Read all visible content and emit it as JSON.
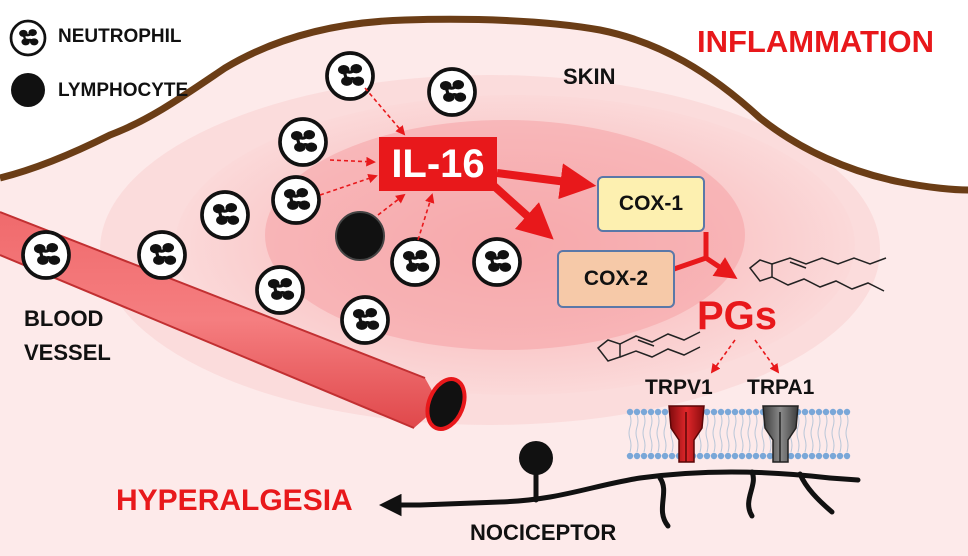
{
  "legend": {
    "neutrophil": "NEUTROPHIL",
    "lymphocyte": "LYMPHOCYTE"
  },
  "labels": {
    "inflammation": "INFLAMMATION",
    "skin": "SKIN",
    "il16": "IL-16",
    "cox1": "COX-1",
    "cox2": "COX-2",
    "pgs": "PGs",
    "blood": "BLOOD",
    "vessel": "VESSEL",
    "trpv1": "TRPV1",
    "trpa1": "TRPA1",
    "hyperalgesia": "HYPERALGESIA",
    "nociceptor": "NOCICEPTOR"
  },
  "colors": {
    "accent_red": "#e8181b",
    "skin_outline": "#6b3d16",
    "trpv1": "#c81418",
    "trpa1": "#666666",
    "membrane": "#7aa7d8"
  }
}
